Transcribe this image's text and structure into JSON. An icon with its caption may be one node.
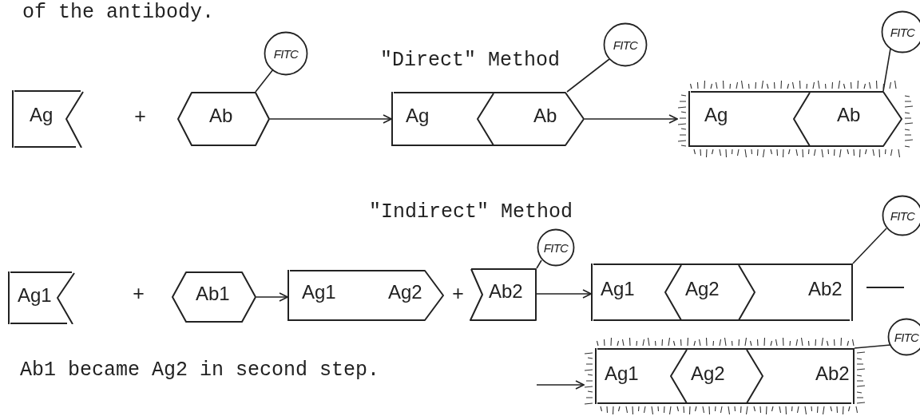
{
  "diagram": {
    "nodes": [
      {
        "text": [
          "Ag"
        ]
      },
      {
        "text": [
          "Ab"
        ]
      },
      {
        "text": [
          "FITC"
        ]
      },
      {
        "text": [
          "Ag",
          "Ab"
        ]
      },
      {
        "text": [
          "FITC"
        ]
      },
      {
        "text": [
          "Ag",
          "Ab"
        ]
      },
      {
        "text": [
          "FITC"
        ]
      },
      {
        "text": [
          "Ag1"
        ]
      },
      {
        "text": [
          "Ab1"
        ]
      },
      {
        "text": [
          "Ag1",
          "Ag2"
        ]
      },
      {
        "text": [
          "Ab2"
        ]
      },
      {
        "text": [
          "FITC"
        ]
      },
      {
        "text": [
          "Ag1",
          "Ag2",
          "Ab2"
        ]
      },
      {
        "text": [
          "FITC"
        ]
      },
      {
        "text": [
          "Ag1",
          "Ag2",
          "Ab2"
        ]
      },
      {
        "text": [
          "FITC"
        ]
      }
    ],
    "edges": [
      {
        "from": 1,
        "to": 3,
        "arrow": "to"
      },
      {
        "from": 1,
        "to": 2,
        "arrow": "none"
      },
      {
        "from": 3,
        "to": 4,
        "arrow": "none"
      },
      {
        "from": 3,
        "to": 5,
        "arrow": "to"
      },
      {
        "from": 5,
        "to": 6,
        "arrow": "none"
      },
      {
        "from": 8,
        "to": 9,
        "arrow": "to"
      },
      {
        "from": 10,
        "to": 11,
        "arrow": "none"
      },
      {
        "from": 10,
        "to": 12,
        "arrow": "to"
      },
      {
        "from": 12,
        "to": 13,
        "arrow": "none"
      },
      {
        "from": null,
        "to": 14,
        "arrow": "to"
      },
      {
        "from": 14,
        "to": 15,
        "arrow": "none"
      }
    ],
    "labels": [
      "of the antibody.",
      "\"Direct\" Method",
      "+",
      "\"Indirect\" Method",
      "+",
      "+",
      "Ab1 became Ag2 in second step."
    ]
  }
}
